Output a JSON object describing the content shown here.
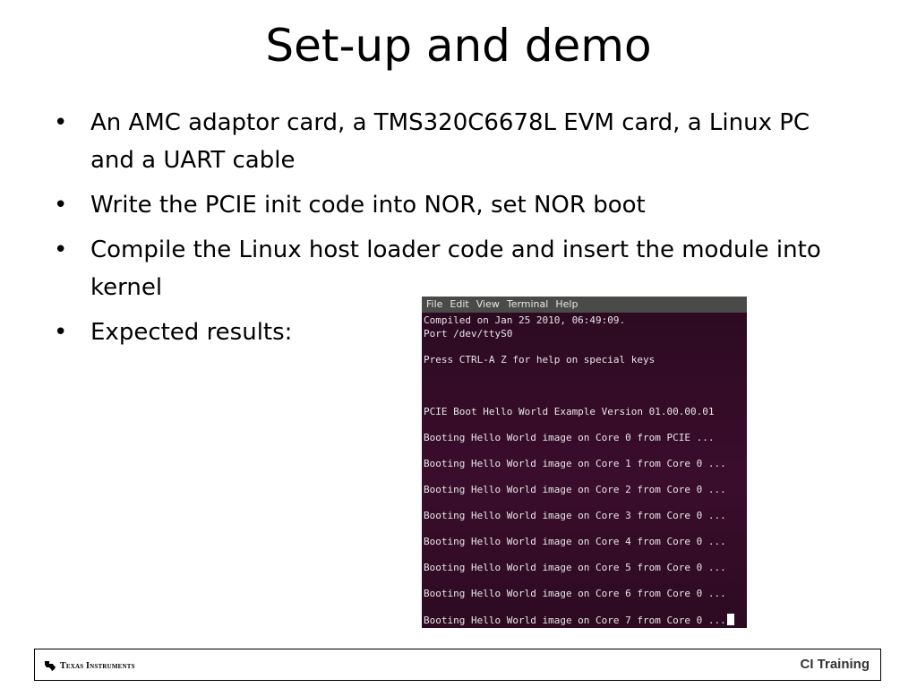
{
  "slide": {
    "title": "Set-up and demo",
    "bullets": [
      "An AMC adaptor card, a TMS320C6678L EVM card, a Linux PC and a UART cable",
      "Write the PCIE init code into NOR, set NOR boot",
      "Compile the Linux host loader code and insert the module into kernel",
      "Expected results:"
    ]
  },
  "terminal": {
    "menu": [
      "File",
      "Edit",
      "View",
      "Terminal",
      "Help"
    ],
    "lines": [
      "Compiled on Jan 25 2010, 06:49:09.",
      "Port /dev/ttyS0",
      "",
      "Press CTRL-A Z for help on special keys",
      "",
      "",
      "",
      "PCIE Boot Hello World Example Version 01.00.00.01",
      "",
      "Booting Hello World image on Core 0 from PCIE ...",
      "",
      "Booting Hello World image on Core 1 from Core 0 ...",
      "",
      "Booting Hello World image on Core 2 from Core 0 ...",
      "",
      "Booting Hello World image on Core 3 from Core 0 ...",
      "",
      "Booting Hello World image on Core 4 from Core 0 ...",
      "",
      "Booting Hello World image on Core 5 from Core 0 ...",
      "",
      "Booting Hello World image on Core 6 from Core 0 ...",
      "",
      "Booting Hello World image on Core 7 from Core 0 ..."
    ],
    "colors": {
      "background": "#2c0a21",
      "text": "#e6e6e6",
      "menu_bar": "#4a4a48"
    }
  },
  "footer": {
    "logo_text": "Texas Instruments",
    "label": "CI Training"
  }
}
